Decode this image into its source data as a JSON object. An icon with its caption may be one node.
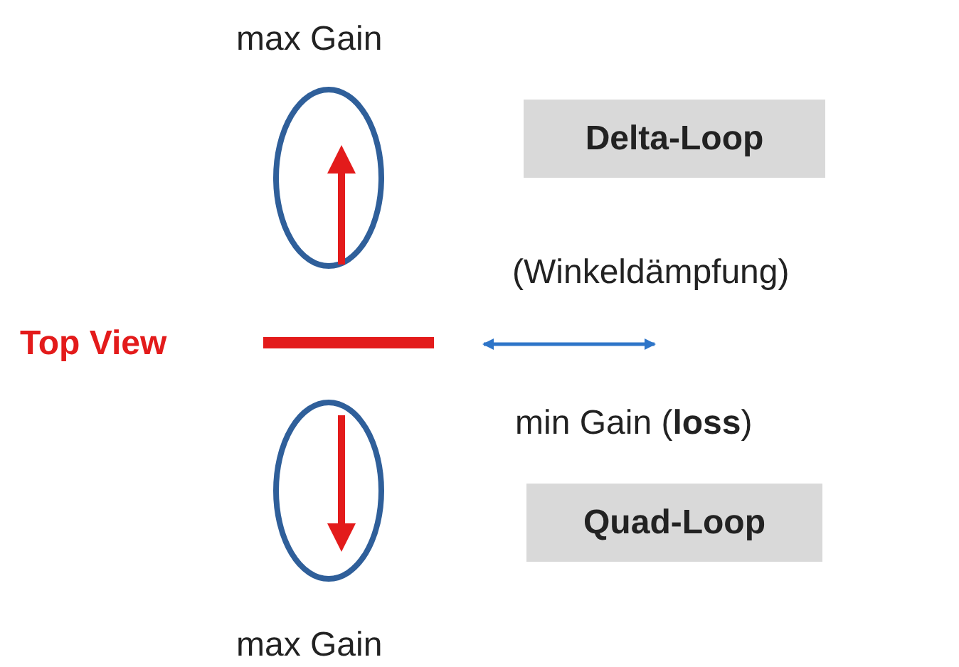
{
  "diagram": {
    "nodes": [
      {
        "text": [
          "Delta-Loop"
        ]
      },
      {
        "text": [
          "Quad-Loop"
        ]
      }
    ],
    "edges": [],
    "labels": [
      "max Gain",
      "(Winkeldämpfung)",
      "Top View",
      "min Gain (**loss**)",
      "max Gain"
    ]
  }
}
